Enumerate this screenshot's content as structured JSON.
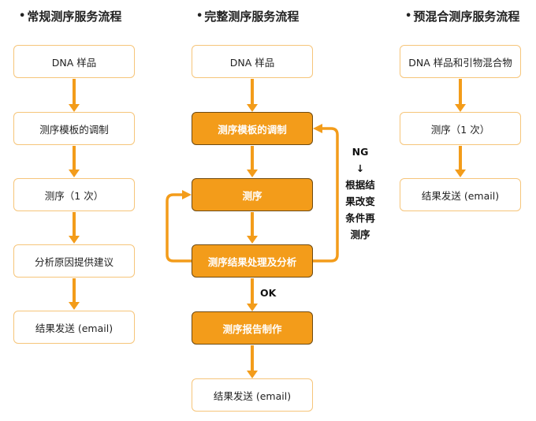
{
  "columns": [
    {
      "title": "常规测序服务流程",
      "steps": [
        "DNA 样品",
        "测序模板的调制",
        "测序（1 次）",
        "分析原因提供建议",
        "结果发送 (email)"
      ]
    },
    {
      "title": "完整测序服务流程",
      "steps": [
        "DNA 样品",
        "测序模板的调制",
        "测序",
        "测序结果处理及分析",
        "测序报告制作",
        "结果发送 (email)"
      ]
    },
    {
      "title": "预混合测序服务流程",
      "steps": [
        "DNA 样品和引物混合物",
        "测序（1 次）",
        "结果发送 (email)"
      ]
    }
  ],
  "bullet": "•",
  "ok_label": "OK",
  "ng_note": [
    "NG",
    "↓",
    "根据结",
    "果改变",
    "条件再",
    "测序"
  ],
  "colors": {
    "accent": "#f39c1a",
    "box_border": "#f6c57a",
    "filled_border": "#6e4a12"
  }
}
